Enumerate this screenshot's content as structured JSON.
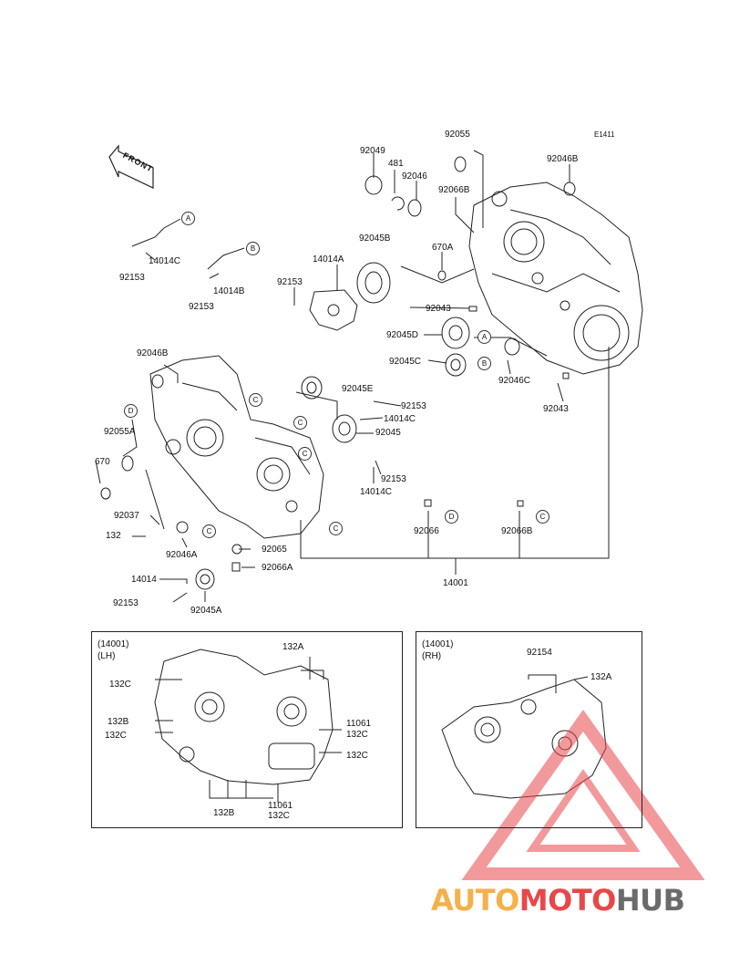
{
  "diagram_code": "E1411",
  "front_label": "FRONT",
  "parts_main": {
    "p92055": "92055",
    "p92049": "92049",
    "p481": "481",
    "p92046": "92046",
    "p92066B_top": "92066B",
    "p92046B_top": "92046B",
    "p92045B": "92045B",
    "p670A": "670A",
    "p14014A": "14014A",
    "p92153_a": "92153",
    "p92043_a": "92043",
    "p92045D": "92045D",
    "p92045C": "92045C",
    "p92046C": "92046C",
    "p92043_b": "92043",
    "p14014C_a": "14014C",
    "p92153_b": "92153",
    "p14014B": "14014B",
    "p92153_c": "92153",
    "p92046B_left": "92046B",
    "p92045E": "92045E",
    "p92153_d": "92153",
    "p14014C_b": "14014C",
    "p92045": "92045",
    "p92055A": "92055A",
    "p670": "670",
    "p92153_e": "92153",
    "p14014C_c": "14014C",
    "p92037": "92037",
    "p132": "132",
    "p92046A": "92046A",
    "p92065": "92065",
    "p92066A": "92066A",
    "p14014": "14014",
    "p92153_f": "92153",
    "p92045A": "92045A",
    "p92066": "92066",
    "p92066B_bot": "92066B",
    "p14001": "14001"
  },
  "callouts": {
    "A1": "A",
    "B1": "B",
    "A2": "A",
    "B2": "B",
    "C1": "C",
    "C2": "C",
    "C3": "C",
    "C4": "C",
    "C5": "C",
    "D1": "D",
    "D2": "D",
    "C6": "C"
  },
  "inset_lh": {
    "header": "(14001)",
    "side": "(LH)",
    "l_132A": "132A",
    "l_132C_a": "132C",
    "l_132B_a": "132B",
    "l_132C_b": "132C",
    "l_11061_a": "11061",
    "l_132C_c": "132C",
    "l_132C_d": "132C",
    "l_132B_b": "132B",
    "l_11061_b": "11061",
    "l_132C_e": "132C"
  },
  "inset_rh": {
    "header": "(14001)",
    "side": "(RH)",
    "l_92154": "92154",
    "l_132A": "132A"
  },
  "watermark": {
    "part1": "AUTO",
    "part2": "MOTO",
    "part3": "HUB",
    "color1": "#f6b04a",
    "color2": "#e8474a",
    "color3": "#6b6b6b"
  }
}
